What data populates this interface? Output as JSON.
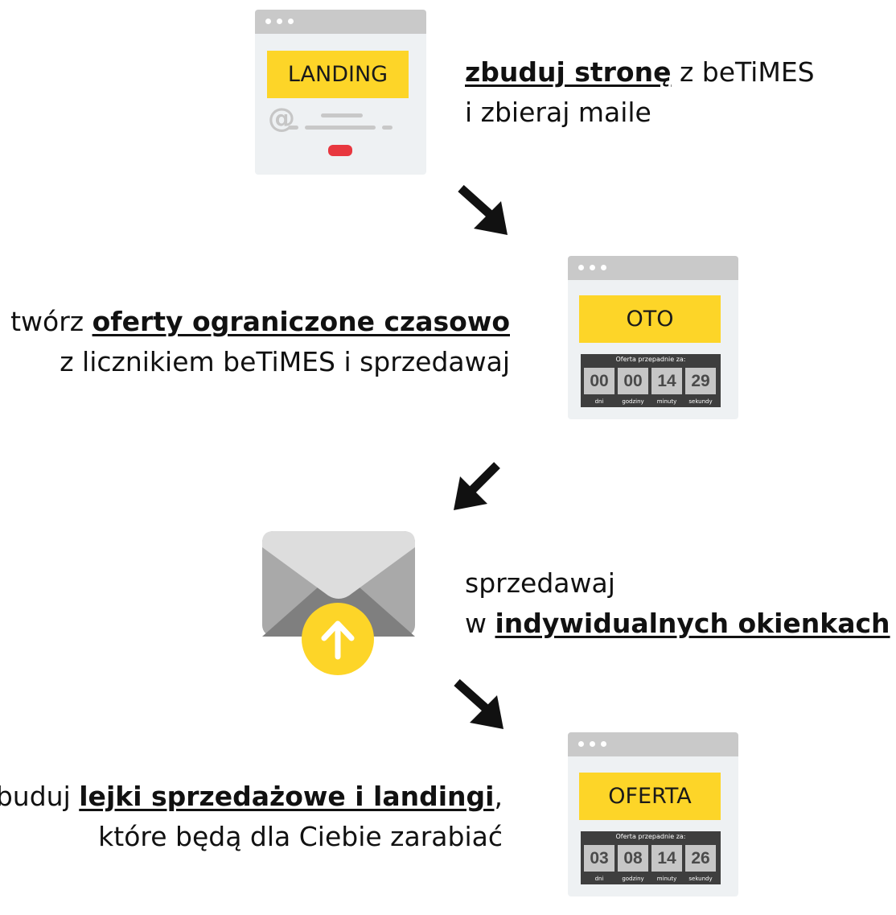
{
  "step1": {
    "banner": "LANDING",
    "at": "@",
    "text_bold": "zbuduj stronę",
    "text_rest": " z beTiMES",
    "text_line2": "i zbieraj maile"
  },
  "step2": {
    "banner": "OTO",
    "text_prefix": "twórz ",
    "text_bold": "oferty ograniczone czasowo",
    "text_line2": "z licznikiem beTiMES i sprzedawaj",
    "timer": {
      "caption": "Oferta przepadnie za:",
      "digits": [
        "00",
        "00",
        "14",
        "29"
      ],
      "units": [
        "dni",
        "godziny",
        "minuty",
        "sekundy"
      ]
    }
  },
  "step3": {
    "text_line1": "sprzedawaj",
    "text_prefix": "w ",
    "text_bold": "indywidualnych okienkach"
  },
  "step4": {
    "banner": "OFERTA",
    "text_prefix": "buduj ",
    "text_bold": "lejki sprzedażowe i landingi",
    "text_suffix": ",",
    "text_line2": "które będą dla Ciebie zarabiać",
    "timer": {
      "caption": "Oferta przepadnie za:",
      "digits": [
        "03",
        "08",
        "14",
        "26"
      ],
      "units": [
        "dni",
        "godziny",
        "minuty",
        "sekundy"
      ]
    }
  },
  "colors": {
    "yellow": "#fdd528",
    "window_bg": "#eef1f3",
    "window_bar": "#c9c9c9",
    "cta_red": "#e8373f",
    "timer_bg": "#3e3e3e",
    "arrow": "#111111"
  },
  "icons": [
    "browser-window-icon",
    "email-envelope-icon",
    "upload-arrow-icon",
    "down-arrow-icon"
  ]
}
